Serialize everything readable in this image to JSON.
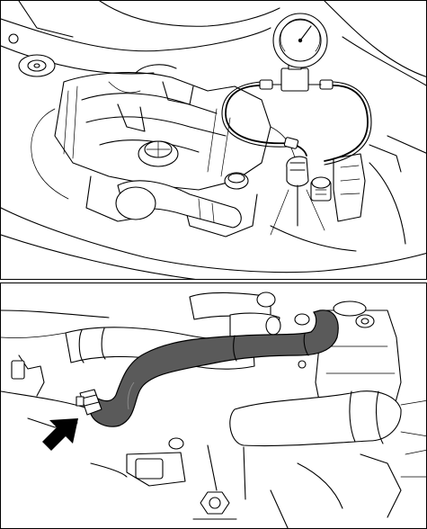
{
  "figure": {
    "panels": [
      {
        "id": "top",
        "content": "engine-bay-with-pressure-gauge"
      },
      {
        "id": "bottom",
        "content": "hose-connection-with-arrow"
      }
    ],
    "icons": [
      "pressure-gauge-icon",
      "arrow-icon"
    ],
    "colors": {
      "line": "#000000",
      "hose_fill": "#5a5a5a",
      "background": "#ffffff"
    }
  }
}
